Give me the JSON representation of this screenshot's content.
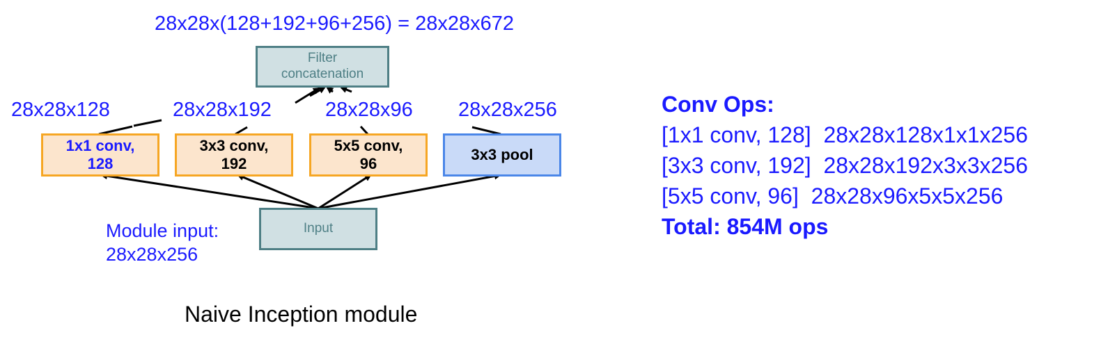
{
  "diagram": {
    "output_equation": "28x28x(128+192+96+256) = 28x28x672",
    "concat_box_label": [
      "Filter",
      "concatenation"
    ],
    "branch_output_dims": [
      "28x28x128",
      "28x28x192",
      "28x28x96",
      "28x28x256"
    ],
    "branches": [
      {
        "line1": "1x1 conv,",
        "line2": "128",
        "kind": "conv"
      },
      {
        "line1": "3x3 conv,",
        "line2": "192",
        "kind": "conv"
      },
      {
        "line1": "5x5 conv,",
        "line2": "96",
        "kind": "conv"
      },
      {
        "line1": "3x3 pool",
        "line2": "",
        "kind": "pool"
      }
    ],
    "input_box_label": "Input",
    "module_input_label": "Module input:",
    "module_input_dims": "28x28x256",
    "caption": "Naive Inception module"
  },
  "conv_ops": {
    "heading": "Conv Ops:",
    "rows": [
      "[1x1 conv, 128]  28x28x128x1x1x256",
      "[3x3 conv, 192]  28x28x192x3x3x256",
      "[5x5 conv, 96]  28x28x96x5x5x256"
    ],
    "total": "Total: 854M ops"
  },
  "colors": {
    "text_blue": "#1a1aff",
    "conv_fill": "#fce5cd",
    "conv_border": "#f6a623",
    "pool_fill": "#c9daf8",
    "pool_border": "#4a86e8",
    "grey_fill": "#d0e0e3",
    "grey_border": "#4e7f85"
  }
}
